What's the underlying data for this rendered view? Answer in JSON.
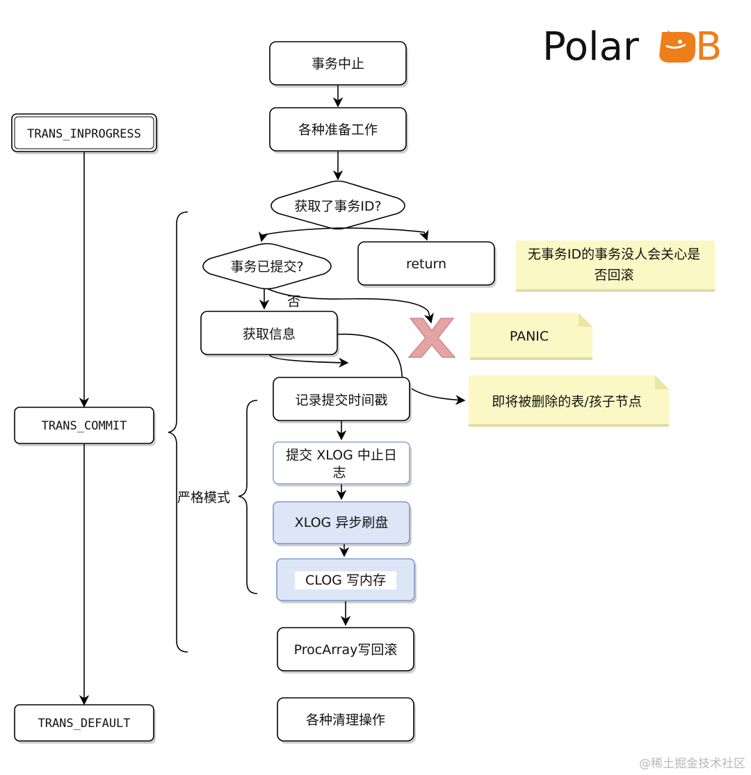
{
  "brand": {
    "logo_text_left": "Polar",
    "logo_text_right": "B",
    "logo_color": "#ee7e1a"
  },
  "states": {
    "inprogress": "TRANS_INPROGRESS",
    "commit": "TRANS_COMMIT",
    "default": "TRANS_DEFAULT"
  },
  "flow": {
    "abort": "事务中止",
    "prepare": "各种准备工作",
    "got_xid": "获取了事务ID?",
    "committed": "事务已提交?",
    "return": "return",
    "no_label": "否",
    "get_info": "获取信息",
    "record_ts": "记录提交时间戳",
    "xlog_abort_line1": "提交 XLOG 中止日",
    "xlog_abort_line2": "志",
    "xlog_flush": "XLOG 异步刷盘",
    "clog_write": "CLOG 写内存",
    "procarray": "ProcArray写回滚",
    "cleanup": "各种清理操作",
    "strict_mode": "严格模式"
  },
  "notes": {
    "no_xid_line1": "无事务ID的事务没人会关心是",
    "no_xid_line2": "否回滚",
    "panic": "PANIC",
    "delete_tables": "即将被删除的表/孩子节点"
  },
  "colors": {
    "note_fill": "#fcf8c5",
    "highlight_fill": "#dde6f7",
    "panic_cross": "#e6a3a3"
  },
  "watermark": "@稀土掘金技术社区"
}
